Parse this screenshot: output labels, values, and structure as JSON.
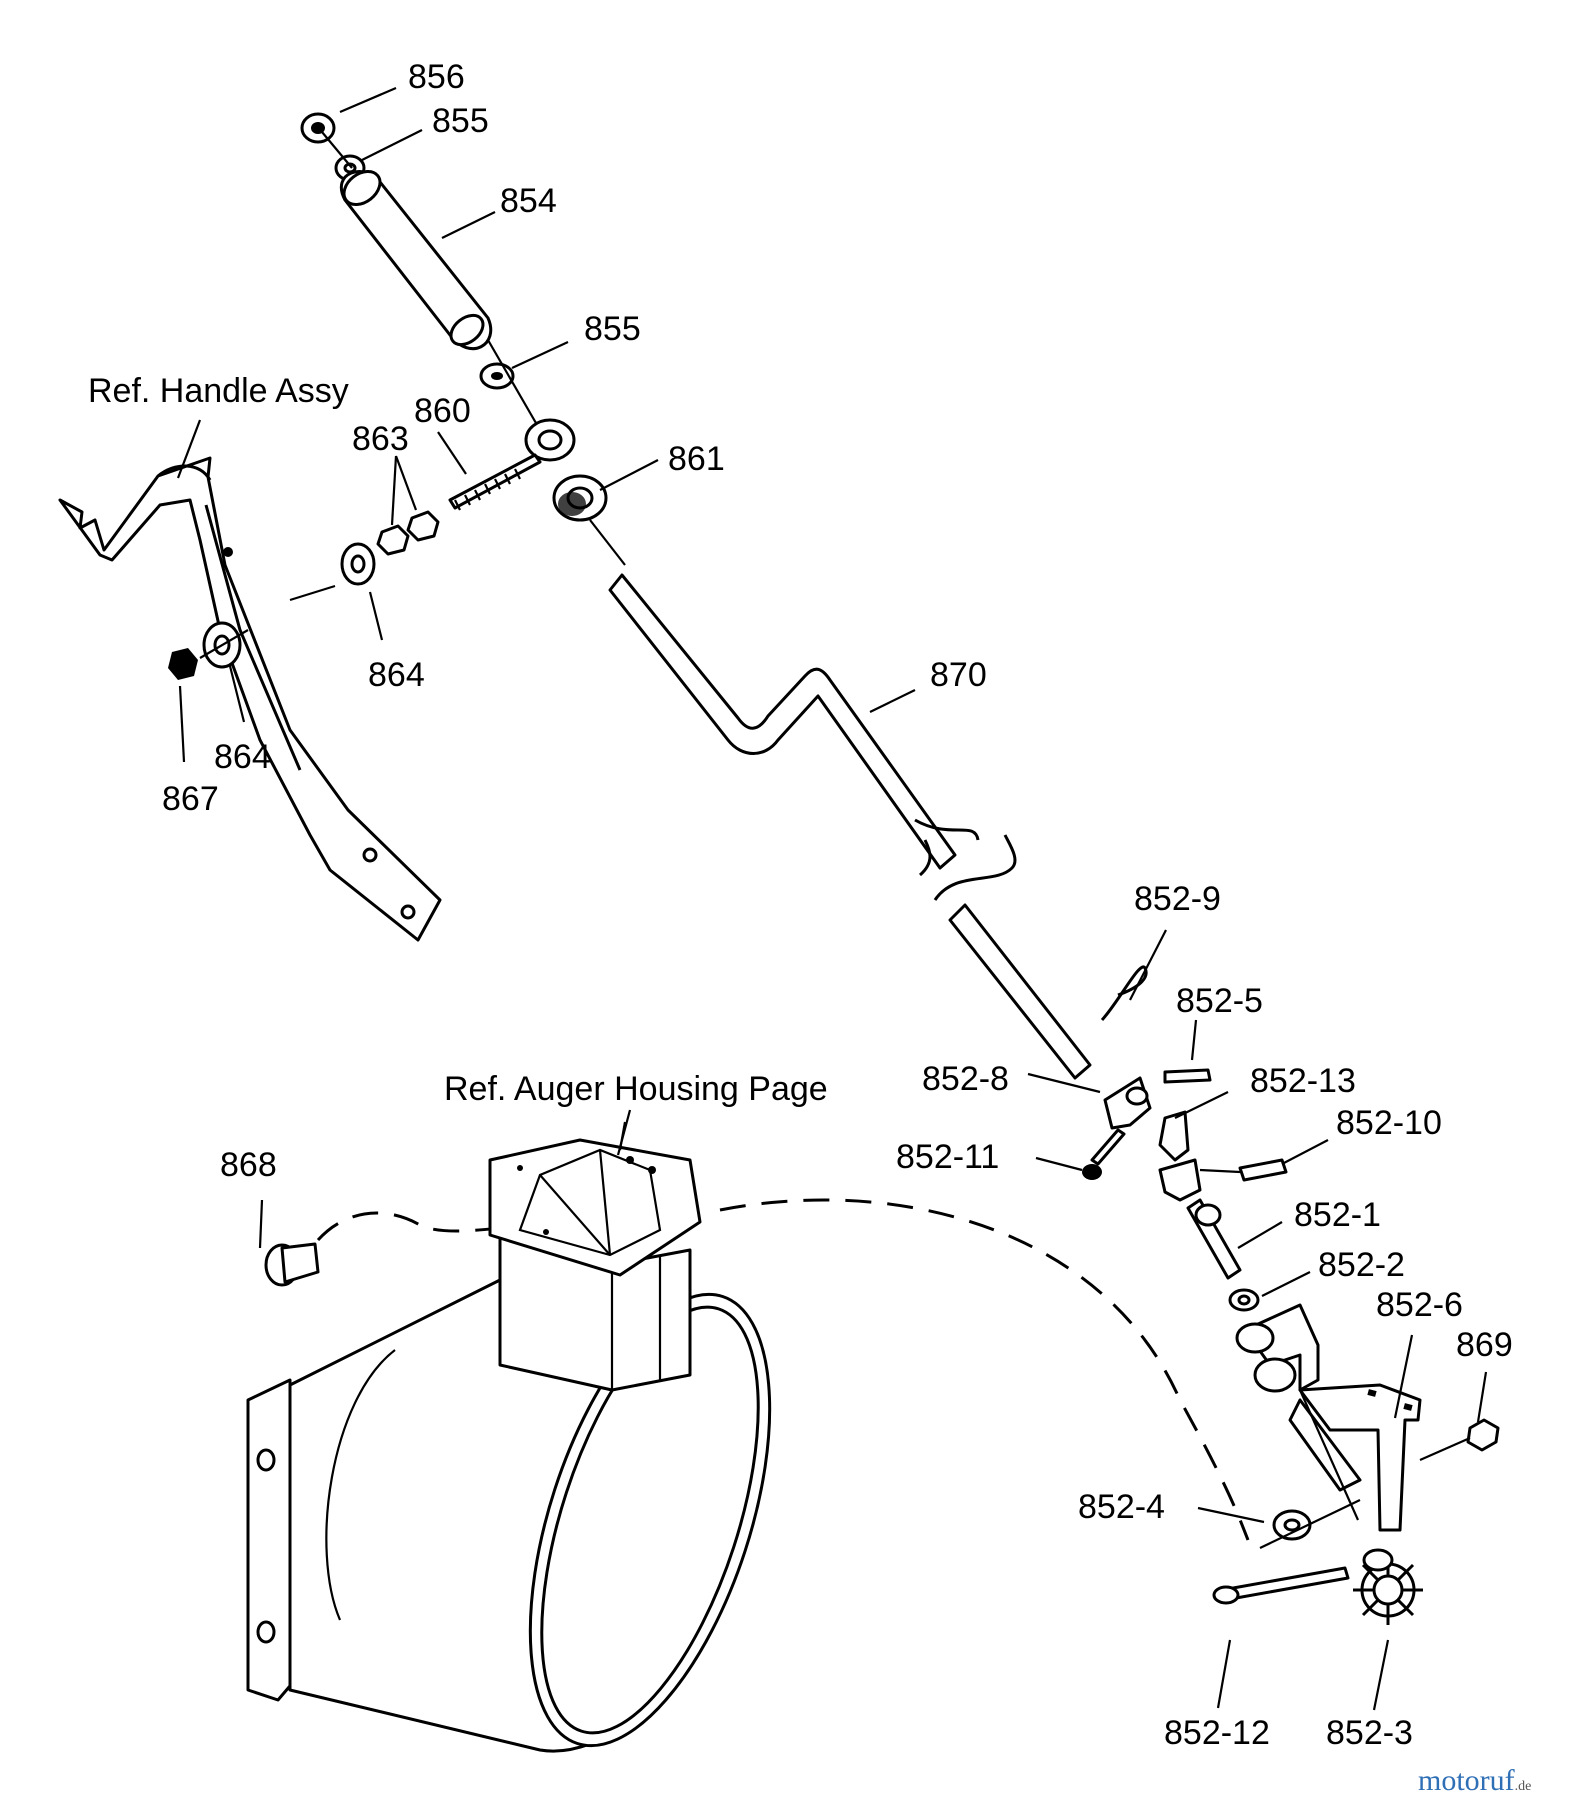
{
  "diagram": {
    "references": {
      "handle": "Ref. Handle Assy",
      "auger": "Ref. Auger Housing Page"
    },
    "callouts": {
      "p856": "856",
      "p855a": "855",
      "p854": "854",
      "p855b": "855",
      "p860": "860",
      "p863": "863",
      "p861": "861",
      "p864a": "864",
      "p864b": "864",
      "p867": "867",
      "p870": "870",
      "p852_9": "852-9",
      "p852_5": "852-5",
      "p852_8": "852-8",
      "p852_13": "852-13",
      "p852_10": "852-10",
      "p852_11": "852-11",
      "p852_1": "852-1",
      "p852_2": "852-2",
      "p852_6": "852-6",
      "p869": "869",
      "p868": "868",
      "p852_4": "852-4",
      "p852_12": "852-12",
      "p852_3": "852-3"
    },
    "watermark": {
      "main": "motoruf",
      "suffix": ".de"
    }
  }
}
